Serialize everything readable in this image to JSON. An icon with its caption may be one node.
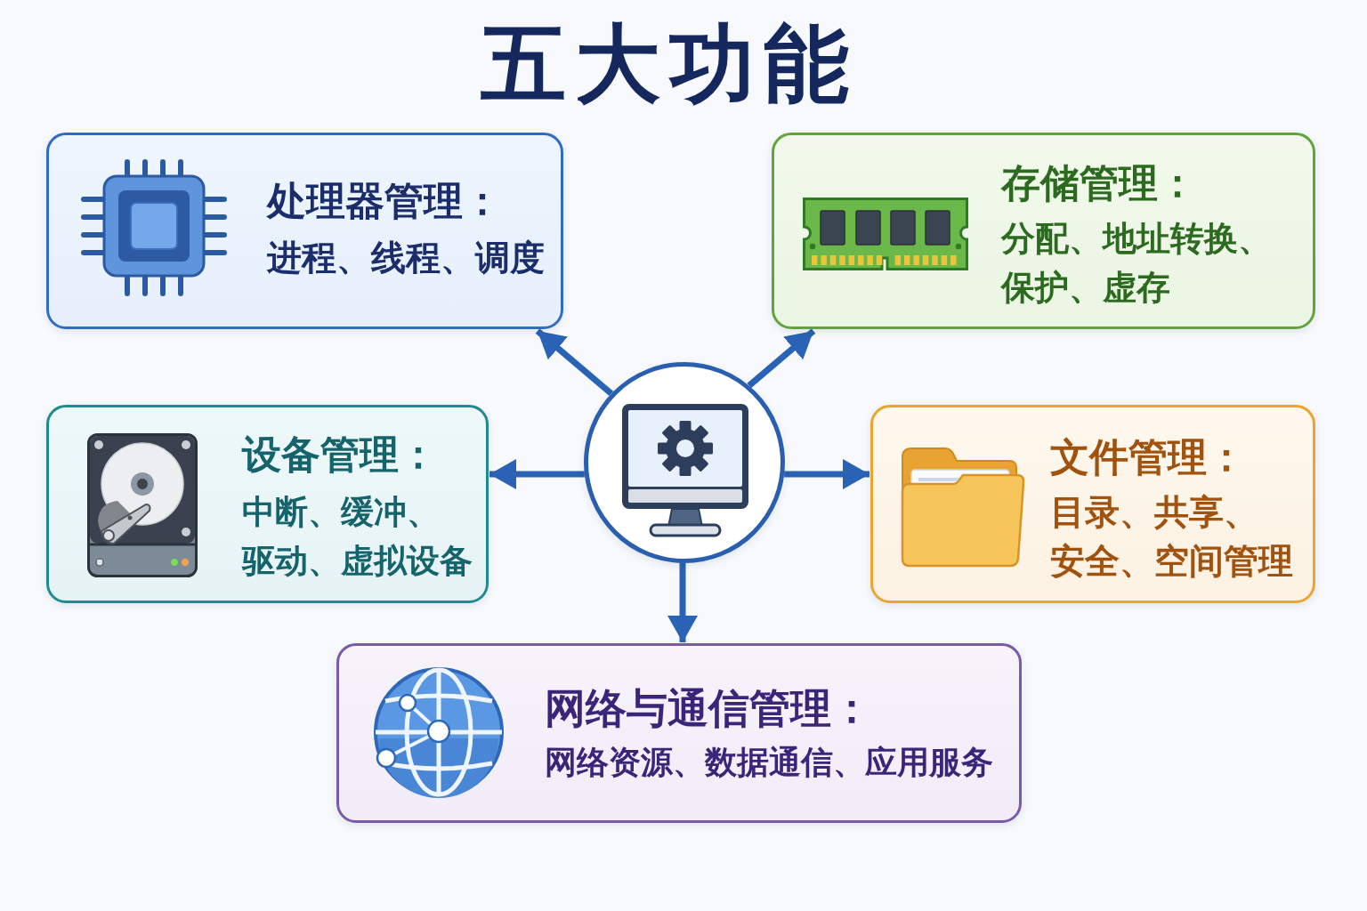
{
  "diagram": {
    "title": "五大功能",
    "nodes": [
      {
        "text": [],
        "shape": "circle"
      },
      {
        "text": [
          "处理器管理：",
          "进程、线程、调度"
        ]
      },
      {
        "text": [
          "存储管理：",
          "分配、地址转换、保护、虚存"
        ]
      },
      {
        "text": [
          "设备管理：",
          "中断、缓冲、驱动、虚拟设备"
        ]
      },
      {
        "text": [
          "文件管理：",
          "目录、共享、安全、空间管理"
        ]
      },
      {
        "text": [
          "网络与通信管理：",
          "网络资源、数据通信、应用服务"
        ]
      }
    ],
    "edges": [
      {
        "from": 0,
        "to": 1,
        "arrow": "to"
      },
      {
        "from": 0,
        "to": 2,
        "arrow": "to"
      },
      {
        "from": 0,
        "to": 3,
        "arrow": "to"
      },
      {
        "from": 0,
        "to": 4,
        "arrow": "to"
      },
      {
        "from": 0,
        "to": 5,
        "arrow": "to"
      }
    ]
  }
}
